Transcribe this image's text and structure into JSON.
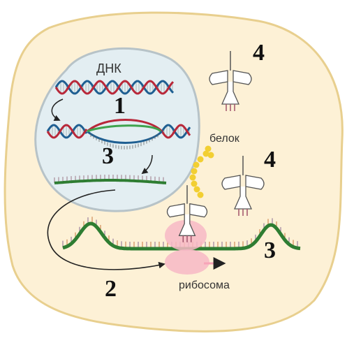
{
  "labels": {
    "dna": "ДНК",
    "protein": "белок",
    "ribosome": "рибосома"
  },
  "markers": {
    "step_1": "1",
    "step_2": "2",
    "step_3_nucleus": "3",
    "step_3_cytoplasm": "3",
    "step_4_top": "4",
    "step_4_mid": "4"
  },
  "colors": {
    "cell_fill": "#fdf1d6",
    "cell_border": "#e8cf8e",
    "nucleus_fill": "#e3eef2",
    "nucleus_border": "#b7c3c8",
    "dna_red": "#b8283a",
    "dna_blue": "#1f5f92",
    "mrna_green": "#2e7d32",
    "protein_yellow": "#f2cf32",
    "ribosome_pink": "#f7b8c6",
    "trna_gray": "#555555"
  }
}
